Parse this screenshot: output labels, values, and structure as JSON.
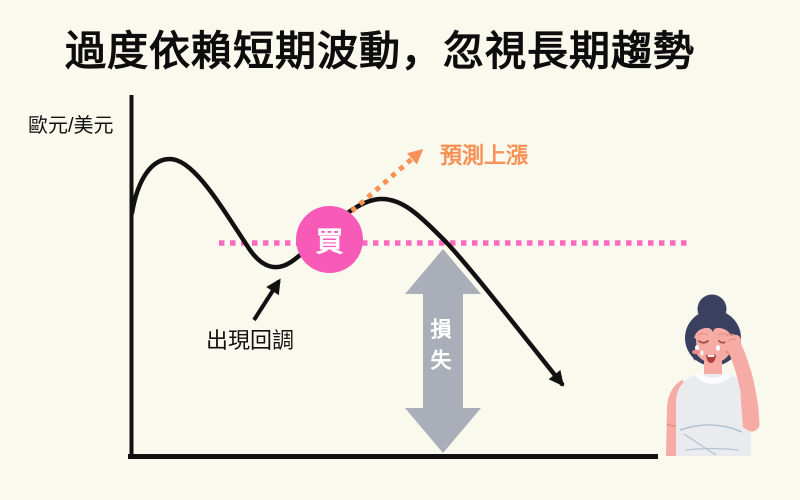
{
  "title": "過度依賴短期波動，忽視長期趨勢",
  "chart": {
    "y_axis_label": "歐元/美元",
    "buy_label": "買",
    "forecast_label": "預測上漲",
    "correction_label": "出現回調",
    "loss_label": "損失"
  },
  "icons": {
    "forecast_arrow": "orange-dotted-up-arrow",
    "correction_arrow": "black-up-arrow",
    "loss_arrow": "gray-vertical-double-arrow",
    "support_line": "pink-dotted-horizontal-line",
    "illustration": "crying-woman-illustration"
  },
  "colors": {
    "background": "#FAF9EE",
    "title": "#0D0D0D",
    "curve": "#111111",
    "buy_badge_bg": "#F75BB7",
    "buy_badge_text": "#FFFFFF",
    "dotted_line": "#FA6AC1",
    "forecast": "#F89155",
    "loss_arrow": "#A9AEB8",
    "loss_text": "#FFFFFF",
    "skin": "#F6ABA4",
    "hair": "#3A4160",
    "shirt": "#E9EBEF"
  }
}
